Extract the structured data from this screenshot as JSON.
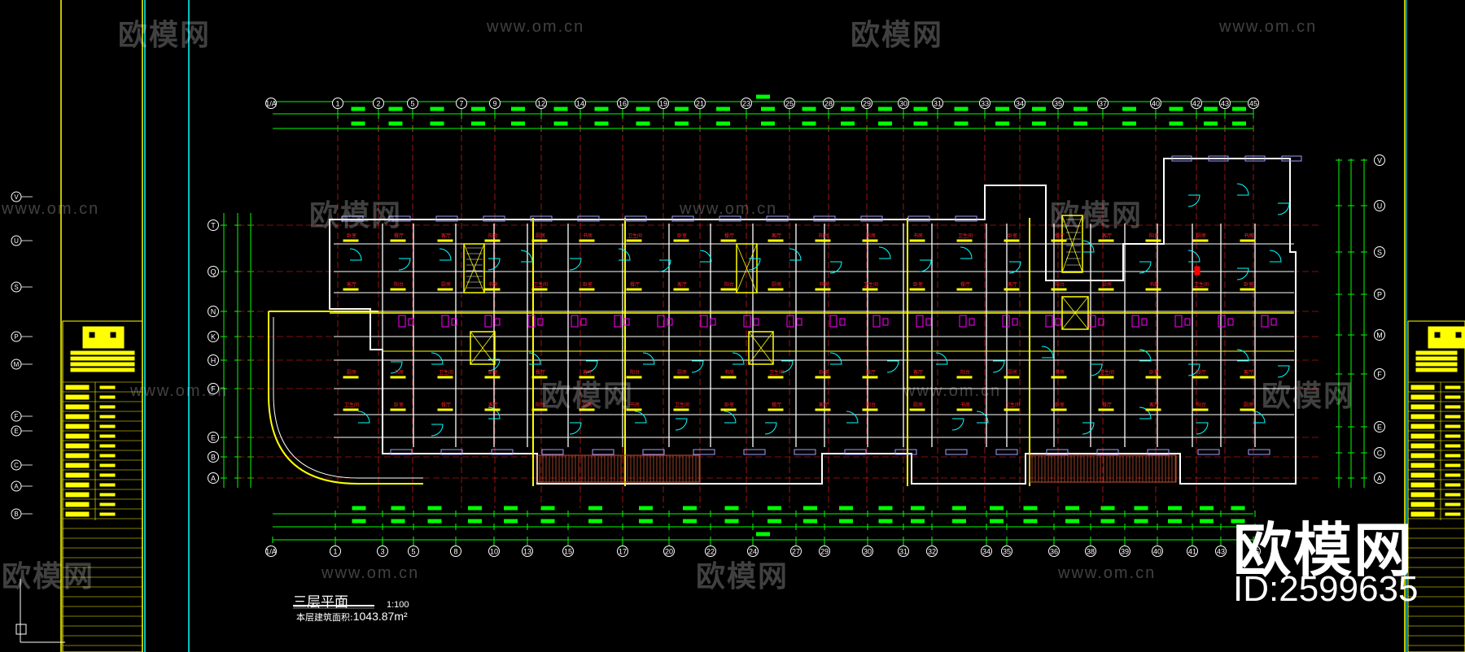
{
  "drawing": {
    "plan_title": "三层平面",
    "scale": "1:100",
    "area_label": "本层建筑面积:",
    "area_value": "1043.87m²"
  },
  "top_axes": [
    "1",
    "2",
    "5",
    "7",
    "9",
    "12",
    "14",
    "16",
    "19",
    "21",
    "23",
    "25",
    "28",
    "29",
    "30",
    "31",
    "33",
    "34",
    "35",
    "37",
    "40",
    "42",
    "43",
    "45"
  ],
  "bottom_axes": [
    "1",
    "3",
    "5",
    "8",
    "10",
    "13",
    "15",
    "17",
    "20",
    "22",
    "24",
    "27",
    "29",
    "30",
    "31",
    "32",
    "34",
    "35",
    "36",
    "38",
    "39",
    "40",
    "41",
    "43",
    "45"
  ],
  "row_axes": [
    "T",
    "Q",
    "N",
    "K",
    "H",
    "F",
    "E",
    "B",
    "A"
  ],
  "right_row_axes": [
    "V",
    "U",
    "S",
    "P",
    "M",
    "F",
    "E",
    "C",
    "A"
  ],
  "left_strip_axes": [
    "V",
    "U",
    "S",
    "P",
    "M",
    "F",
    "E",
    "C",
    "A",
    "B"
  ],
  "room_labels": [
    "卧室",
    "客厅",
    "厨房",
    "卫生间",
    "餐厅",
    "阳台",
    "书房"
  ],
  "watermark": {
    "logo": "欧模网",
    "url": "www.om.cn",
    "id": "ID:2599635"
  },
  "colors": {
    "background": "#000000",
    "wall": "#ffffff",
    "axis": "#00ff00",
    "dimension": "#00ff00",
    "grid": "#ff2020",
    "door": "#00ffff",
    "window": "#a0a0ff",
    "furniture": "#ff00ff",
    "titleblock": "#ffff00",
    "balcony": "#c05030"
  }
}
